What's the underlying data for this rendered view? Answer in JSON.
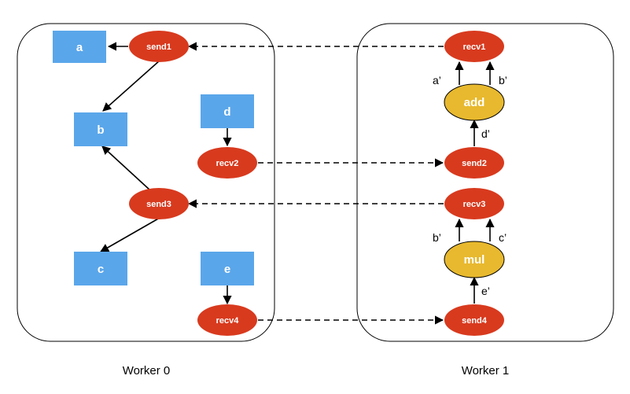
{
  "workers": [
    {
      "label": "Worker 0"
    },
    {
      "label": "Worker 1"
    }
  ],
  "tensors": {
    "a": "a",
    "b": "b",
    "c": "c",
    "d": "d",
    "e": "e"
  },
  "worker0_nodes": {
    "send1": "send1",
    "recv2": "recv2",
    "send3": "send3",
    "recv4": "recv4"
  },
  "worker1_nodes": {
    "recv1": "recv1",
    "send2": "send2",
    "recv3": "recv3",
    "send4": "send4"
  },
  "ops": {
    "add": "add",
    "mul": "mul"
  },
  "edge_labels": {
    "a_prime": "a’",
    "b_prime_top": "b’",
    "d_prime": "d’",
    "b_prime_bottom": "b’",
    "c_prime": "c’",
    "e_prime": "e’"
  },
  "colors": {
    "tensor": "#5aa6ea",
    "send_recv": "#d83a1e",
    "op": "#e8b92e"
  }
}
